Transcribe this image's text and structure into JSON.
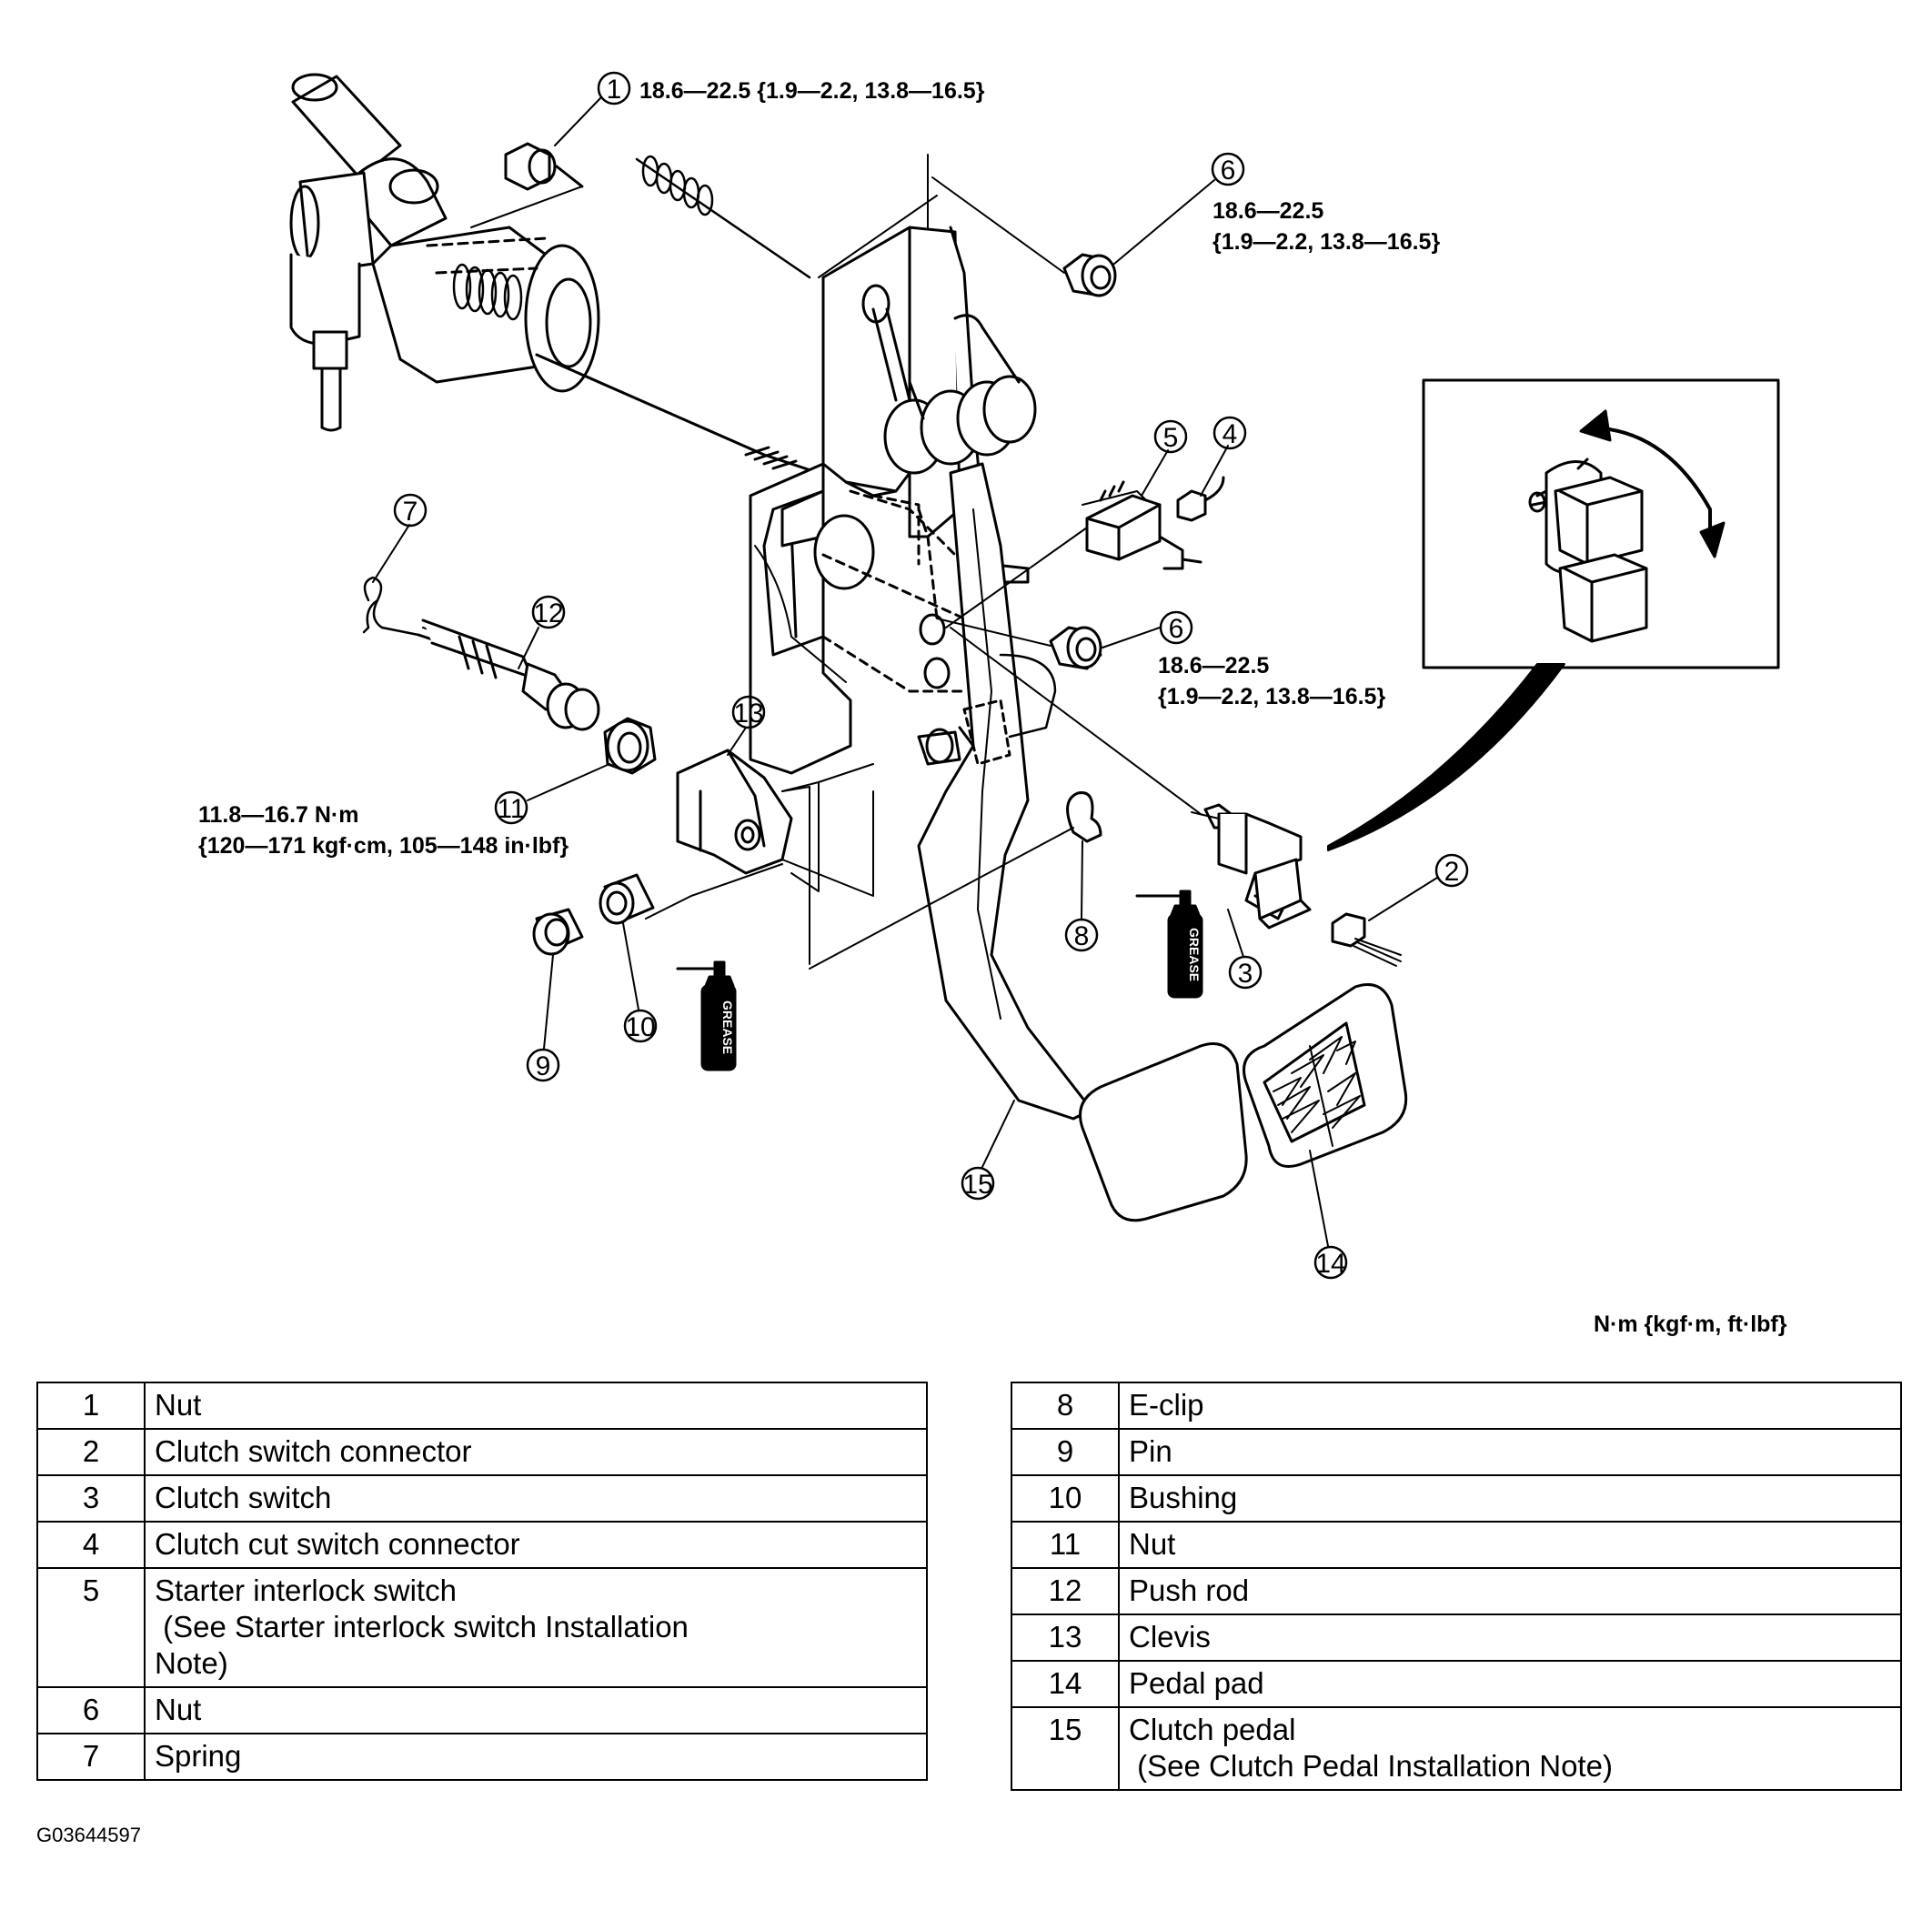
{
  "callouts": {
    "c1": "1",
    "c2": "2",
    "c3": "3",
    "c4": "4",
    "c5": "5",
    "c6a": "6",
    "c6b": "6",
    "c7": "7",
    "c8": "8",
    "c9": "9",
    "c10": "10",
    "c11": "11",
    "c12": "12",
    "c13": "13",
    "c14": "14",
    "c15": "15"
  },
  "torque": {
    "t1": "18.6—22.5 {1.9—2.2, 13.8—16.5}",
    "t6a_line1": "18.6—22.5",
    "t6a_line2": "{1.9—2.2, 13.8—16.5}",
    "t6b_line1": "18.6—22.5",
    "t6b_line2": "{1.9—2.2, 13.8—16.5}",
    "t11_line1": "11.8—16.7 N·m",
    "t11_line2": "{120—171 kgf·cm, 105—148 in·lbf}"
  },
  "grease_label": "GREASE",
  "units_note": "N·m {kgf·m, ft·lbf}",
  "parts_left": [
    {
      "num": "1",
      "name": "Nut"
    },
    {
      "num": "2",
      "name": "Clutch switch connector"
    },
    {
      "num": "3",
      "name": "Clutch switch"
    },
    {
      "num": "4",
      "name": "Clutch cut switch connector"
    },
    {
      "num": "5",
      "name": "Starter interlock switch",
      "note_line1": " (See Starter interlock switch Installation",
      "note_line2": "Note)"
    },
    {
      "num": "6",
      "name": "Nut"
    },
    {
      "num": "7",
      "name": "Spring"
    }
  ],
  "parts_right": [
    {
      "num": "8",
      "name": "E-clip"
    },
    {
      "num": "9",
      "name": "Pin"
    },
    {
      "num": "10",
      "name": "Bushing"
    },
    {
      "num": "11",
      "name": "Nut"
    },
    {
      "num": "12",
      "name": "Push rod"
    },
    {
      "num": "13",
      "name": "Clevis"
    },
    {
      "num": "14",
      "name": "Pedal pad"
    },
    {
      "num": "15",
      "name": "Clutch pedal",
      "note_line1": " (See Clutch Pedal Installation Note)"
    }
  ],
  "figure_id": "G03644597"
}
